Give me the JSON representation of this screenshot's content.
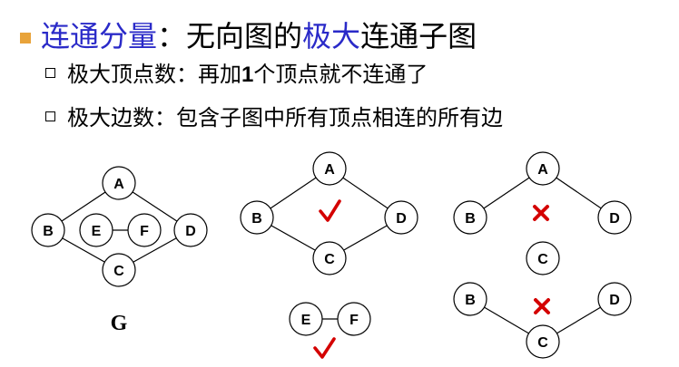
{
  "title": {
    "highlight1": "连通分量",
    "colon": "：",
    "plain1": "无向图的",
    "highlight2": "极大",
    "plain2": "连通子图"
  },
  "bullets": [
    {
      "pre": "极大顶点数：再加",
      "num": "1",
      "post": "个顶点就不连通了"
    },
    {
      "text": "极大边数：包含子图中所有顶点相连的所有边"
    }
  ],
  "graph_label": "G",
  "nodes": {
    "A": "A",
    "B": "B",
    "C": "C",
    "D": "D",
    "E": "E",
    "F": "F"
  },
  "colors": {
    "highlight": "#2a2ac8",
    "bullet": "#e8a33a",
    "mark": "#d40000"
  },
  "marks": {
    "diamond_abcd": "check-icon",
    "ef_pair": "check-icon",
    "abcd_open": "cross-icon",
    "bcd_partial": "cross-icon"
  }
}
